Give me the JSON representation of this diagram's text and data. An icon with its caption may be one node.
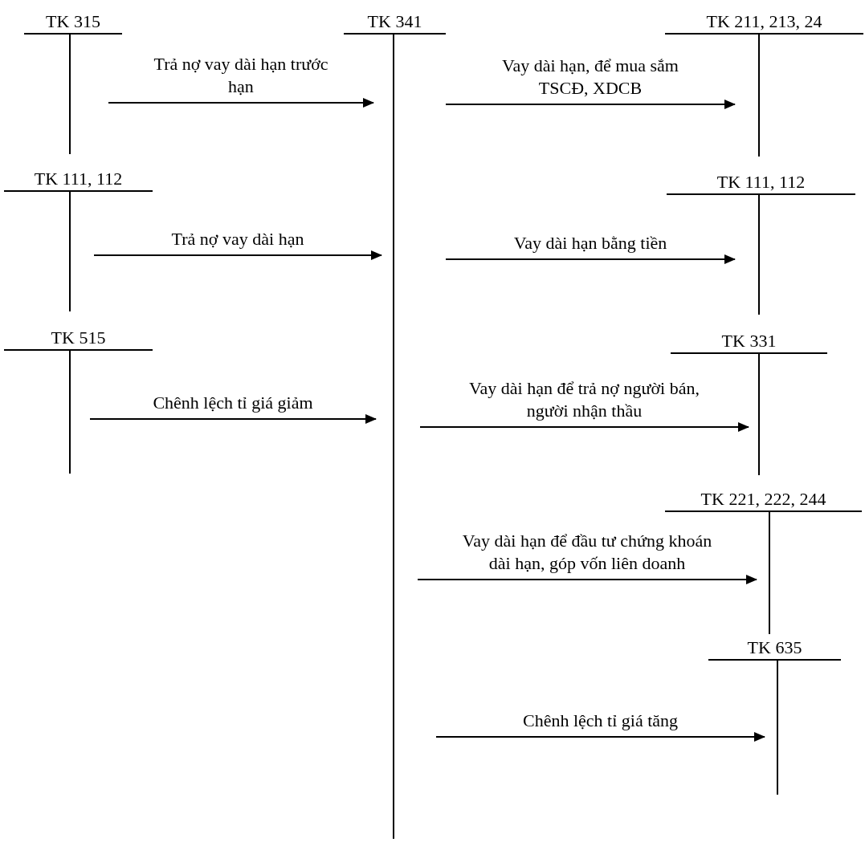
{
  "diagram": {
    "nodes": [
      {
        "text": [
          "TK 315"
        ]
      },
      {
        "text": [
          "TK 341"
        ]
      },
      {
        "text": [
          "TK 211, 213, 24"
        ]
      },
      {
        "text": [
          "TK 111, 112"
        ]
      },
      {
        "text": [
          "TK 111, 112"
        ]
      },
      {
        "text": [
          "TK 515"
        ]
      },
      {
        "text": [
          "TK 331"
        ]
      },
      {
        "text": [
          "TK 221, 222, 244"
        ]
      },
      {
        "text": [
          "TK 635"
        ]
      }
    ],
    "edges": [
      {
        "from": 0,
        "to": 1,
        "arrow": "to",
        "label": "Trả nợ vay dài hạn trước hạn"
      },
      {
        "from": 1,
        "to": 2,
        "arrow": "to",
        "label": "Vay dài hạn, để mua sắm TSCĐ, XDCB"
      },
      {
        "from": 3,
        "to": 1,
        "arrow": "to",
        "label": "Trả nợ vay dài hạn"
      },
      {
        "from": 1,
        "to": 4,
        "arrow": "to",
        "label": "Vay dài hạn bằng tiền"
      },
      {
        "from": 5,
        "to": 1,
        "arrow": "to",
        "label": "Chênh lệch tỉ giá giảm"
      },
      {
        "from": 1,
        "to": 6,
        "arrow": "to",
        "label": "Vay dài hạn để trả nợ người bán, người nhận thầu"
      },
      {
        "from": 1,
        "to": 7,
        "arrow": "to",
        "label": "Vay dài hạn để đầu tư chứng khoán dài hạn, góp vốn liên doanh"
      },
      {
        "from": 1,
        "to": 8,
        "arrow": "to",
        "label": "Chênh lệch tỉ giá tăng"
      }
    ]
  }
}
